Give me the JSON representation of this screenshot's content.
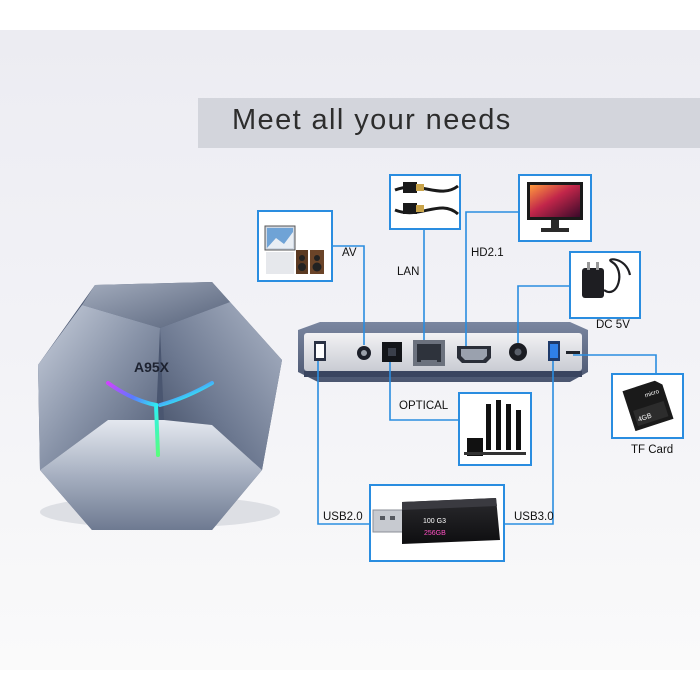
{
  "heading": "Meet all your needs",
  "product": {
    "brand": "A95X"
  },
  "ports": {
    "av": "AV",
    "lan": "LAN",
    "hdmi": "HD2.1",
    "dc": "DC 5V",
    "optical": "OPTICAL",
    "tf": "TF Card",
    "usb2": "USB2.0",
    "usb3": "USB3.0"
  },
  "accessories": {
    "usb_drive_model": "100 G3",
    "usb_drive_capacity": "256GB",
    "sd_card_size": "4GB",
    "sd_card_brand": "micro"
  },
  "colors": {
    "frame_blue": "#2a8de0",
    "line_blue": "#2a8de0",
    "title_band": "#d3d5dc",
    "device_body": "#5d6b86"
  }
}
